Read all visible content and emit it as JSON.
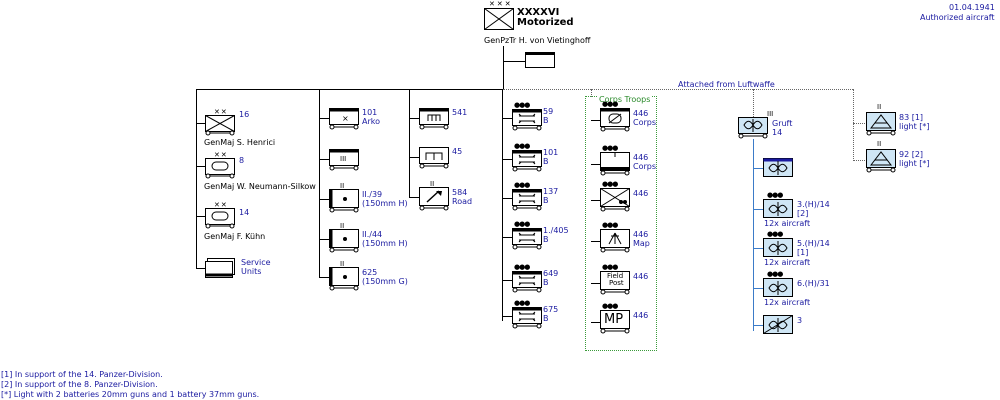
{
  "header": {
    "date": "01.04.1941",
    "subtitle": "Authorized aircraft"
  },
  "hq": {
    "echelon": "XXXXVI",
    "type": "Motorized",
    "commander": "GenPzTr  H. von Vietinghoff",
    "echelon_marks": "XXX"
  },
  "divisions": [
    {
      "number": "16",
      "commander": "GenMaj  S. Henrici",
      "marks": "XX"
    },
    {
      "number": "8",
      "commander": "GenMaj  W. Neumann-Silkow",
      "marks": "XX"
    },
    {
      "number": "14",
      "commander": "GenMaj  F. Kühn",
      "marks": "XX"
    },
    {
      "number": "Service\nUnits",
      "l1": "Service",
      "l2": "Units"
    }
  ],
  "arty": [
    {
      "l1": "101",
      "l2": "Arko"
    },
    {
      "l1": "",
      "l2": ""
    },
    {
      "l1": "II./39",
      "l2": "(150mm H)",
      "marks": "II"
    },
    {
      "l1": "II./44",
      "l2": "(150mm H)",
      "marks": "II"
    },
    {
      "l1": "625",
      "l2": "(150mm G)",
      "marks": "II"
    }
  ],
  "engineers": [
    {
      "l1": "541",
      "l2": ""
    },
    {
      "l1": "45",
      "l2": ""
    },
    {
      "l1": "584",
      "l2": "Road"
    }
  ],
  "bridges": [
    {
      "l1": "59",
      "l2": "B"
    },
    {
      "l1": "101",
      "l2": "B"
    },
    {
      "l1": "137",
      "l2": "B"
    },
    {
      "l1": "1./405",
      "l2": "B"
    },
    {
      "l1": "649",
      "l2": "B"
    },
    {
      "l1": "675",
      "l2": "B"
    }
  ],
  "corps_troops": {
    "title": "Corps Troops",
    "units": [
      {
        "l1": "446",
        "l2": "Corps"
      },
      {
        "l1": "446",
        "l2": "Corps"
      },
      {
        "l1": "446",
        "l2": ""
      },
      {
        "l1": "446",
        "l2": "Map"
      },
      {
        "l1": "446",
        "l2": "",
        "box": "Field\nPost",
        "b1": "Field",
        "b2": "Post"
      },
      {
        "l1": "446",
        "l2": "",
        "box": "MP"
      }
    ]
  },
  "luftwaffe": {
    "title": "Attached from Luftwaffe",
    "gruft": {
      "l1": "Gruft",
      "l2": "14",
      "marks": "III"
    },
    "recon": [
      {
        "l1": "",
        "l2": "",
        "aircraft": ""
      },
      {
        "l1": "3.(H)/14",
        "l2": "[2]",
        "aircraft": "12x aircraft"
      },
      {
        "l1": "5.(H)/14",
        "l2": "[1]",
        "aircraft": "12x aircraft"
      },
      {
        "l1": "6.(H)/31",
        "l2": "",
        "aircraft": "12x aircraft"
      },
      {
        "l1": "3",
        "l2": "",
        "aircraft": ""
      }
    ],
    "flak": [
      {
        "l1": "83 [1]",
        "l2": "light [*]",
        "marks": "II"
      },
      {
        "l1": "92 [2]",
        "l2": "light [*]",
        "marks": "II"
      }
    ]
  },
  "footnotes": [
    "[1] In support of the 14. Panzer-Division.",
    "[2] In support of the 8. Panzer-Division.",
    "[*] Light with 2 batteries 20mm guns and 1 battery 37mm guns."
  ],
  "colors": {
    "unit_blue": "#1a1aa0",
    "luftwaffe_fill": "#cfe6f5",
    "line_blue": "#3b7bc8",
    "corps_green": "#2a8a2a"
  }
}
